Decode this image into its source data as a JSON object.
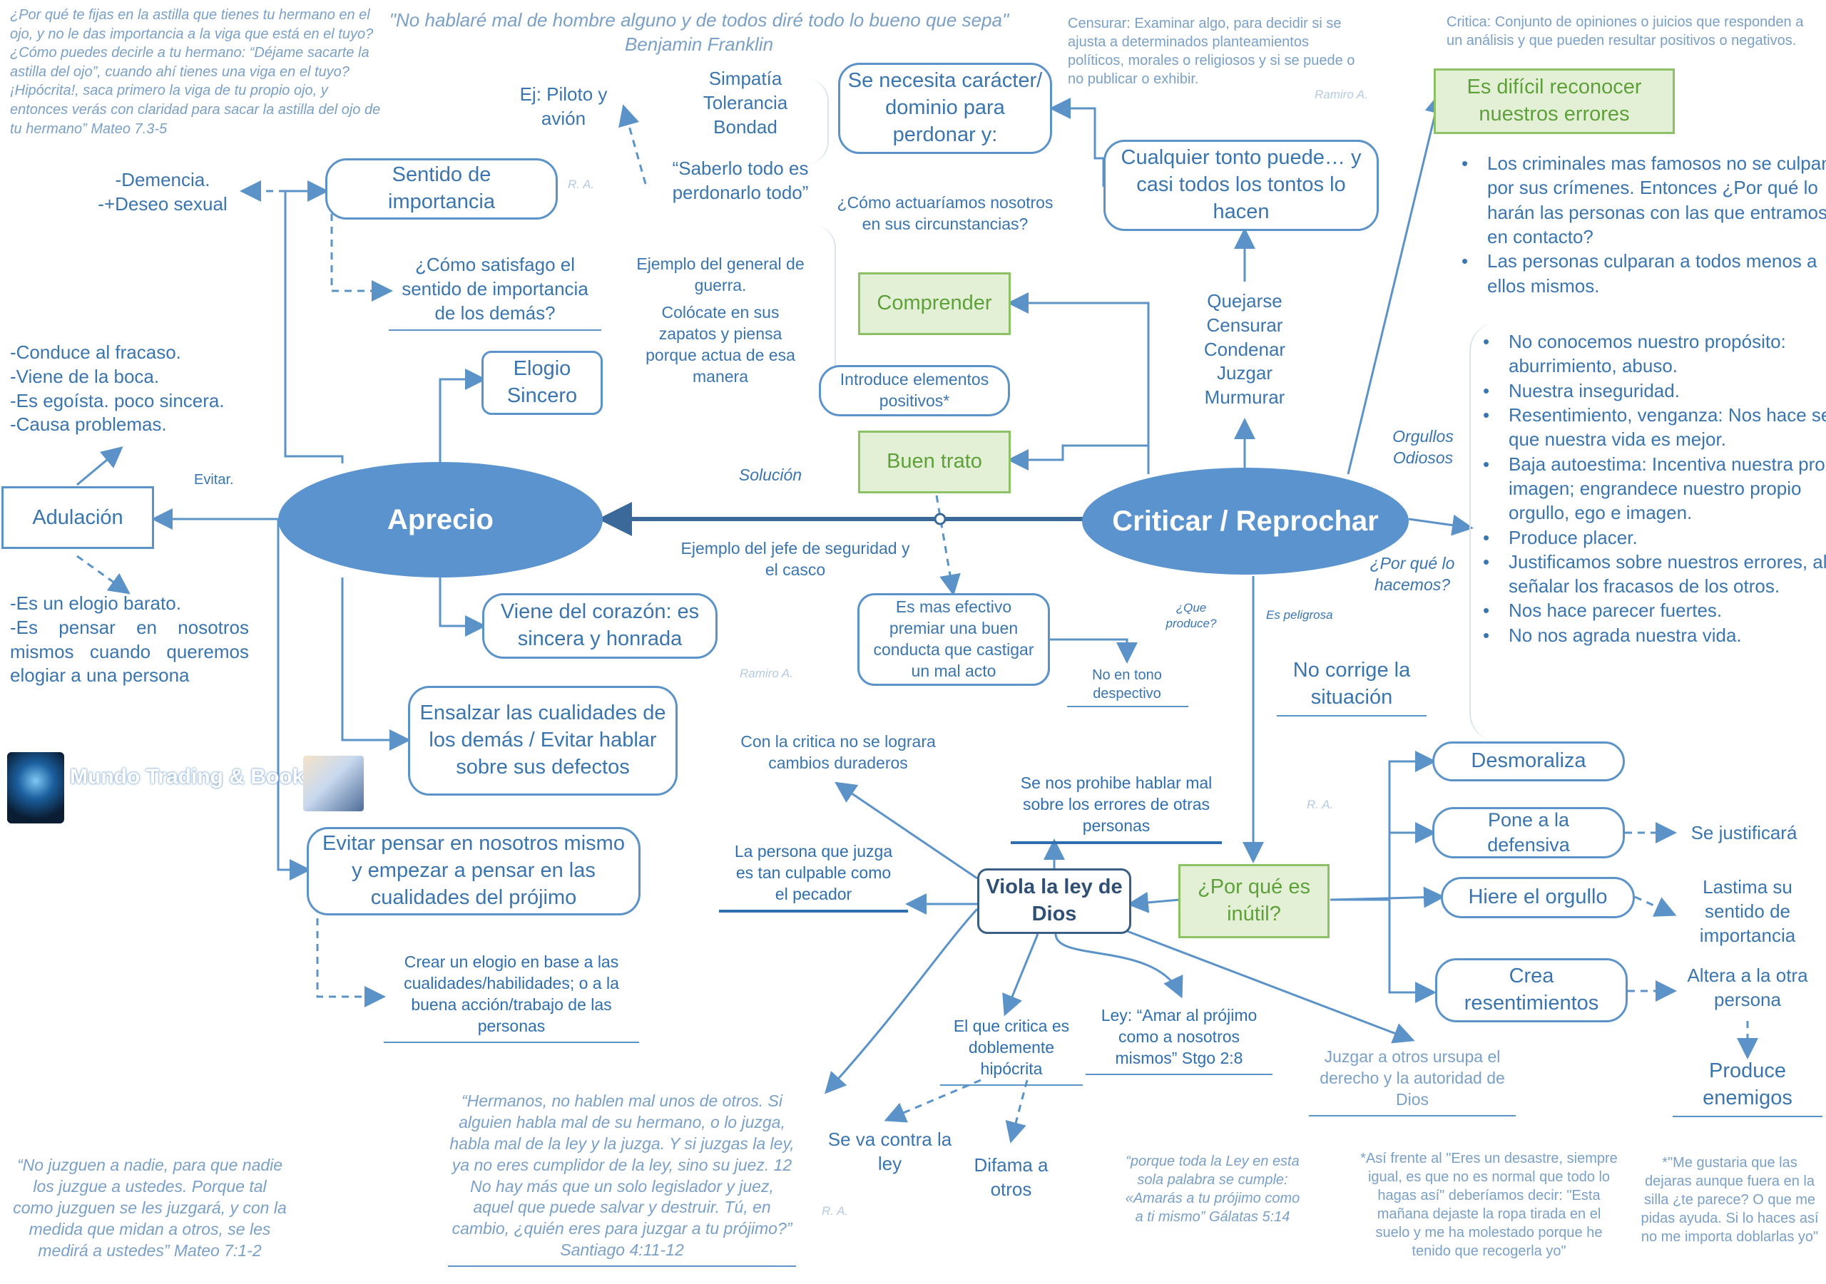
{
  "quote_top_left": "¿Por qué te fijas en la astilla que tienes tu hermano en el ojo, y no le das importancia a la viga que está en el tuyo? ¿Cómo puedes decirle a tu hermano: “Déjame sacarte la astilla del ojo”, cuando ahí tienes una viga en el tuyo? ¡Hipócrita!, saca primero la viga de tu propio ojo, y entonces verás con claridad para sacar la astilla del ojo de tu hermano” Mateo 7.3-5",
  "quote_franklin": "\"No hablaré mal de hombre alguno y de todos diré todo lo bueno que sepa\"\nBenjamin Franklin",
  "def_censurar": "Censurar: Examinar algo, para decidir si se ajusta a determinados planteamientos políticos, morales o religiosos y si se puede o no publicar o exhibir.",
  "def_critica": "Critica: Conjunto de opiniones o juicios que responden a un análisis y que pueden resultar positivos o negativos.",
  "initials": [
    "Ramiro A.",
    "R. A.",
    "Ramiro A.",
    "R. A.",
    "R. A."
  ],
  "nodes": {
    "aprecio": "Aprecio",
    "criticar": "Criticar / Reprochar",
    "adulacion": "Adulación",
    "sentido": "Sentido de\nimportancia",
    "elogio": "Elogio\nSincero",
    "corazon": "Viene del corazón: es\nsincera y honrada",
    "ensalzar": "Ensalzar las cualidades de\nlos demás / Evitar hablar\nsobre sus defectos",
    "evitar_pensar": "Evitar pensar en nosotros mismo\ny empezar a pensar en las\ncualidades del prójimo",
    "caracter": "Se necesita carácter/\ndominio para\nperdonar y:",
    "tonto": "Cualquier tonto puede… y\ncasi todos los tontos lo\nhacen",
    "comprender": "Comprender",
    "buen_trato": "Buen trato",
    "introduce": "Introduce elementos\npositivos*",
    "efectivo": "Es mas efectivo\npremiar una buen\nconducta que castigar\nun mal acto",
    "dificil": "Es difícil reconocer\nnuestros errores",
    "por_que_inutil": "¿Por qué es\ninútil?",
    "viola": "Viola la ley de\nDios",
    "desmoraliza": "Desmoraliza",
    "defensiva": "Pone a la\ndefensiva",
    "orgullo": "Hiere el orgullo",
    "resentimientos": "Crea\nresentimientos"
  },
  "labels": {
    "demencia": "-Demencia.\n-+Deseo sexual",
    "como_satisfago": "¿Cómo satisfago el\nsentido de importancia\nde los demás?",
    "ej_piloto": "Ej: Piloto y\navión",
    "simpatia": "Simpatía\nTolerancia\nBondad",
    "saberlo": "“Saberlo todo es\nperdonarlo todo”",
    "como_actuariamos": "¿Cómo actuaríamos nosotros\nen sus circunstancias?",
    "ejemplo_general": "Ejemplo del general de\nguerra.",
    "colocate": "Colócate en sus\nzapatos y piensa\nporque actua de esa\nmanera",
    "conduce": "-Conduce al fracaso.\n-Viene de la boca.\n-Es egoísta. poco sincera.\n-Causa problemas.",
    "evitar": "Evitar.",
    "solucion": "Solución",
    "ejemplo_jefe": "Ejemplo del jefe de seguridad y\nel casco",
    "elogio_barato": "-Es un elogio barato.\n-Es pensar en nosotros mismos cuando queremos elogiar a una persona",
    "quejarse": "Quejarse\nCensurar\nCondenar\nJuzgar\nMurmurar",
    "orgullos": "Orgullos\nOdiosos",
    "por_que_hacemos": "¿Por qué lo\nhacemos?",
    "que_produce": "¿Que\nproduce?",
    "es_peligrosa": "Es peligrosa",
    "no_corrige": "No corrige la\nsituación",
    "no_en_tono": "No en tono\ndespectivo",
    "crear_elogio": "Crear un elogio en base a las\ncualidades/habilidades; o a la\nbuena acción/trabajo de las\npersonas",
    "con_la_critica": "Con la critica no se lograra\ncambios duraderos",
    "se_nos_prohibe": "Se nos prohibe hablar mal\nsobre los errores de otras\npersonas",
    "persona_juzga": "La persona que juzga\nes tan culpable como\nel pecador",
    "doblemente": "El que critica es\ndoblemente\nhipócrita",
    "ley_amar": "Ley: “Amar al prójimo\ncomo a nosotros\nmismos” Stgo 2:8",
    "juzgar_usurpa": "Juzgar a otros ursupa el\nderecho y la autoridad de\nDios",
    "se_va_contra": "Se va contra la\nley",
    "difama": "Difama a\notros",
    "se_justificara": "Se justificará",
    "lastima": "Lastima su\nsentido de\nimportancia",
    "altera": "Altera a la otra\npersona",
    "produce_enemigos": "Produce\nenemigos",
    "quote_santiago": "“Hermanos, no hablen mal unos de otros. Si alguien habla mal de su hermano, o lo juzga, habla mal de la ley y la juzga. Y si juzgas la ley, ya no eres cumplidor de la ley, sino su juez. 12 No hay más que un solo legislador y juez, aquel que puede salvar y destruir. Tú, en cambio, ¿quién eres para juzgar a tu prójimo?” Santiago 4:11-12",
    "quote_mateo71": "“No juzguen a nadie, para que nadie los juzgue a ustedes.  Porque tal como juzguen se les juzgará, y con la medida que midan a otros, se les medirá a ustedes” Mateo 7:1-2",
    "quote_galatas": "“porque toda la Ley en esta sola palabra se cumple: «Amarás a tu prójimo como a ti mismo” Gálatas 5:14",
    "asi_frente": "*Así frente al \"Eres un desastre, siempre igual, es que no es normal que todo lo hagas así\" deberíamos decir: \"Esta mañana dejaste la ropa tirada en el suelo y me ha molestado porque he tenido que recogerla yo\"",
    "me_gustaria": "*\"Me gustaria que las dejaras aunque fuera en la silla ¿te parece? O que me pidas ayuda. Si lo haces así no me importa doblarlas yo\""
  },
  "bullets_errores": [
    "Los criminales mas famosos no se culpan por sus crímenes. Entonces ¿Por qué lo harán las personas con las que entramos en contacto?",
    "Las personas culparan a todos menos a ellos mismos."
  ],
  "bullets_orgullos": [
    "No conocemos nuestro propósito: aburrimiento, abuso.",
    "Nuestra inseguridad.",
    "Resentimiento, venganza: Nos hace sentir que nuestra vida es mejor.",
    "Baja autoestima: Incentiva nuestra propia imagen; engrandece nuestro propio orgullo, ego e imagen.",
    "Produce placer.",
    "Justificamos sobre nuestros errores, al señalar los fracasos de los otros.",
    "Nos hace parecer fuertes.",
    "No nos agrada nuestra vida."
  ],
  "brand": "Mundo Trading & Book",
  "colors": {
    "ellipse": "#5b93cf",
    "line": "#5b93c9",
    "main_arrow": "#3b6a9a",
    "green_border": "#8cc265",
    "green_fill": "#e4f0d6",
    "dark_node": "#3b5e84"
  }
}
